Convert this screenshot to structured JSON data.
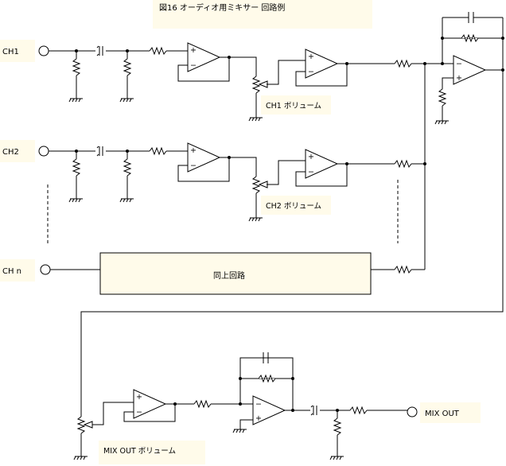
{
  "title": "図16 オーディオ用ミキサー 回路例",
  "channels": {
    "ch1": "CH1",
    "ch2": "CH2",
    "chn": "CH n"
  },
  "volumes": {
    "ch1": "CH1 ボリューム",
    "ch2": "CH2 ボリューム",
    "mix": "MIX OUT ボリューム"
  },
  "block_label": "同上回路",
  "output_label": "MIX OUT",
  "opamp": {
    "plus": "+",
    "minus": "−"
  },
  "colors": {
    "label_bg": "#FFFBEA",
    "line": "#000000",
    "background": "#FFFFFF"
  }
}
